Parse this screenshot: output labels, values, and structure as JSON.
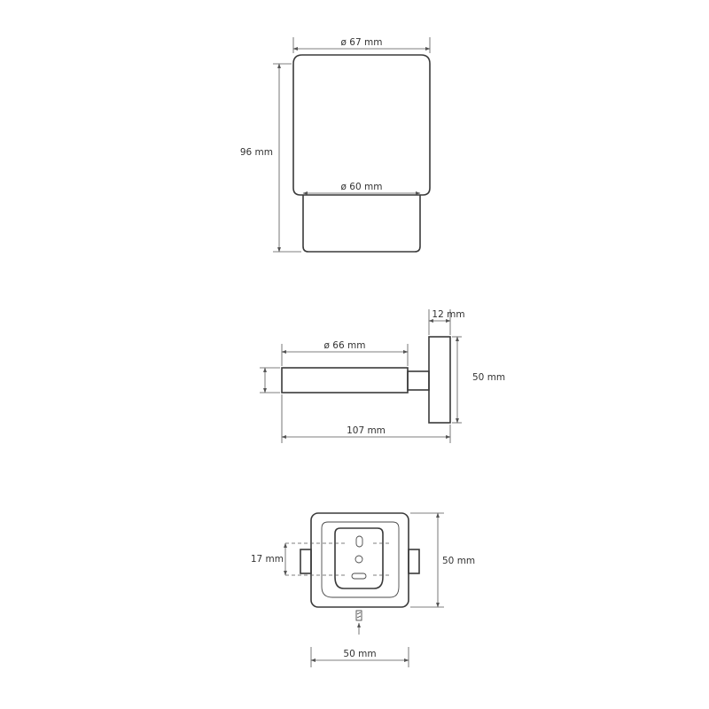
{
  "views": {
    "front": {
      "width_top": "ø 67 mm",
      "width_bottom": "ø 60 mm",
      "height": "96 mm"
    },
    "side": {
      "depth_plate": "12 mm",
      "holder_diameter": "ø 66 mm",
      "plate_height": "50 mm",
      "total_length": "107 mm"
    },
    "back": {
      "hole_spacing": "17 mm",
      "plate_height": "50 mm",
      "plate_width": "50 mm"
    }
  }
}
